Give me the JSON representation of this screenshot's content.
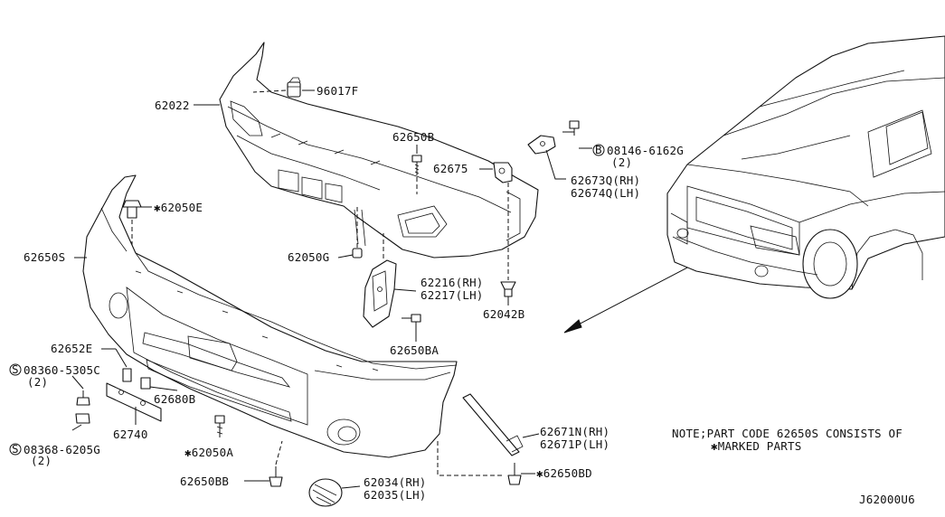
{
  "labels": {
    "p62022": "62022",
    "p96017F": "96017F",
    "p62650B": "62650B",
    "p62675": "62675",
    "p08146": "08146-6162G",
    "p08146_qty": "(2)",
    "bolt_prefix_B": "B",
    "p62673Q": "62673Q(RH)",
    "p62674Q": "62674Q(LH)",
    "p62050E": "✱62050E",
    "p62650S": "62650S",
    "p62050G": "62050G",
    "p62216": "62216(RH)",
    "p62217": "62217(LH)",
    "p62042B": "62042B",
    "p62650BA": "62650BA",
    "p62652E": "62652E",
    "screw_prefix_S": "S",
    "p08360": "08360-5305C",
    "p08360_qty": "(2)",
    "p62680B": "62680B",
    "p62740": "62740",
    "p08368": "08368-6205G",
    "p08368_qty": "(2)",
    "p62050A": "✱62050A",
    "p62650BB": "62650BB",
    "p62034": "62034(RH)",
    "p62035": "62035(LH)",
    "p62671N": "62671N(RH)",
    "p62671P": "62671P(LH)",
    "p62650BD": "✱62650BD"
  },
  "note": {
    "line1": "NOTE;PART CODE 62650S CONSISTS OF",
    "line2": "✱MARKED PARTS"
  },
  "diagram_code": "J62000U6"
}
